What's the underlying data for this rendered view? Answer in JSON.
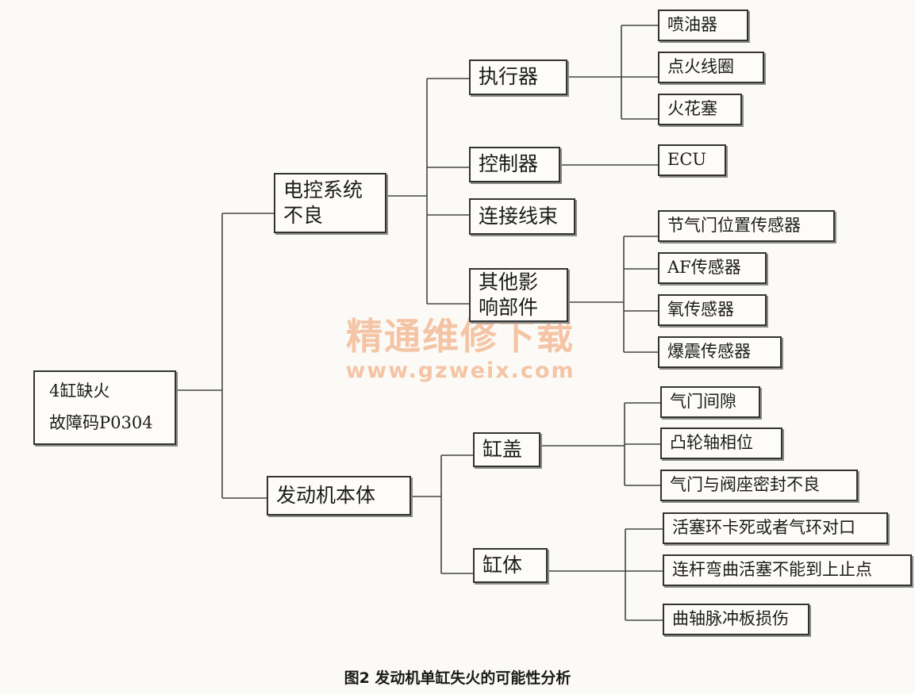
{
  "root": {
    "line1": "4缸缺火",
    "line2": "故障码P0304"
  },
  "electrical": {
    "line1": "电控系统",
    "line2": "不良",
    "actuator": {
      "label": "执行器",
      "children": [
        "喷油器",
        "点火线圈",
        "火花塞"
      ]
    },
    "controller": {
      "label": "控制器",
      "children": [
        "ECU"
      ]
    },
    "harness": {
      "label": "连接线束"
    },
    "other": {
      "line1": "其他影",
      "line2": "响部件",
      "children": [
        "节气门位置传感器",
        "AF传感器",
        "氧传感器",
        "爆震传感器"
      ]
    }
  },
  "engine": {
    "label": "发动机本体",
    "head": {
      "label": "缸盖",
      "children": [
        "气门间隙",
        "凸轮轴相位",
        "气门与阀座密封不良"
      ]
    },
    "block": {
      "label": "缸体",
      "children": [
        "活塞环卡死或者气环对口",
        "连杆弯曲活塞不能到上止点",
        "曲轴脉冲板损伤"
      ]
    }
  },
  "watermark": {
    "title": "精通维修下载",
    "url": "www.gzweix.com"
  },
  "caption": "图2  发动机单缸失火的可能性分析"
}
